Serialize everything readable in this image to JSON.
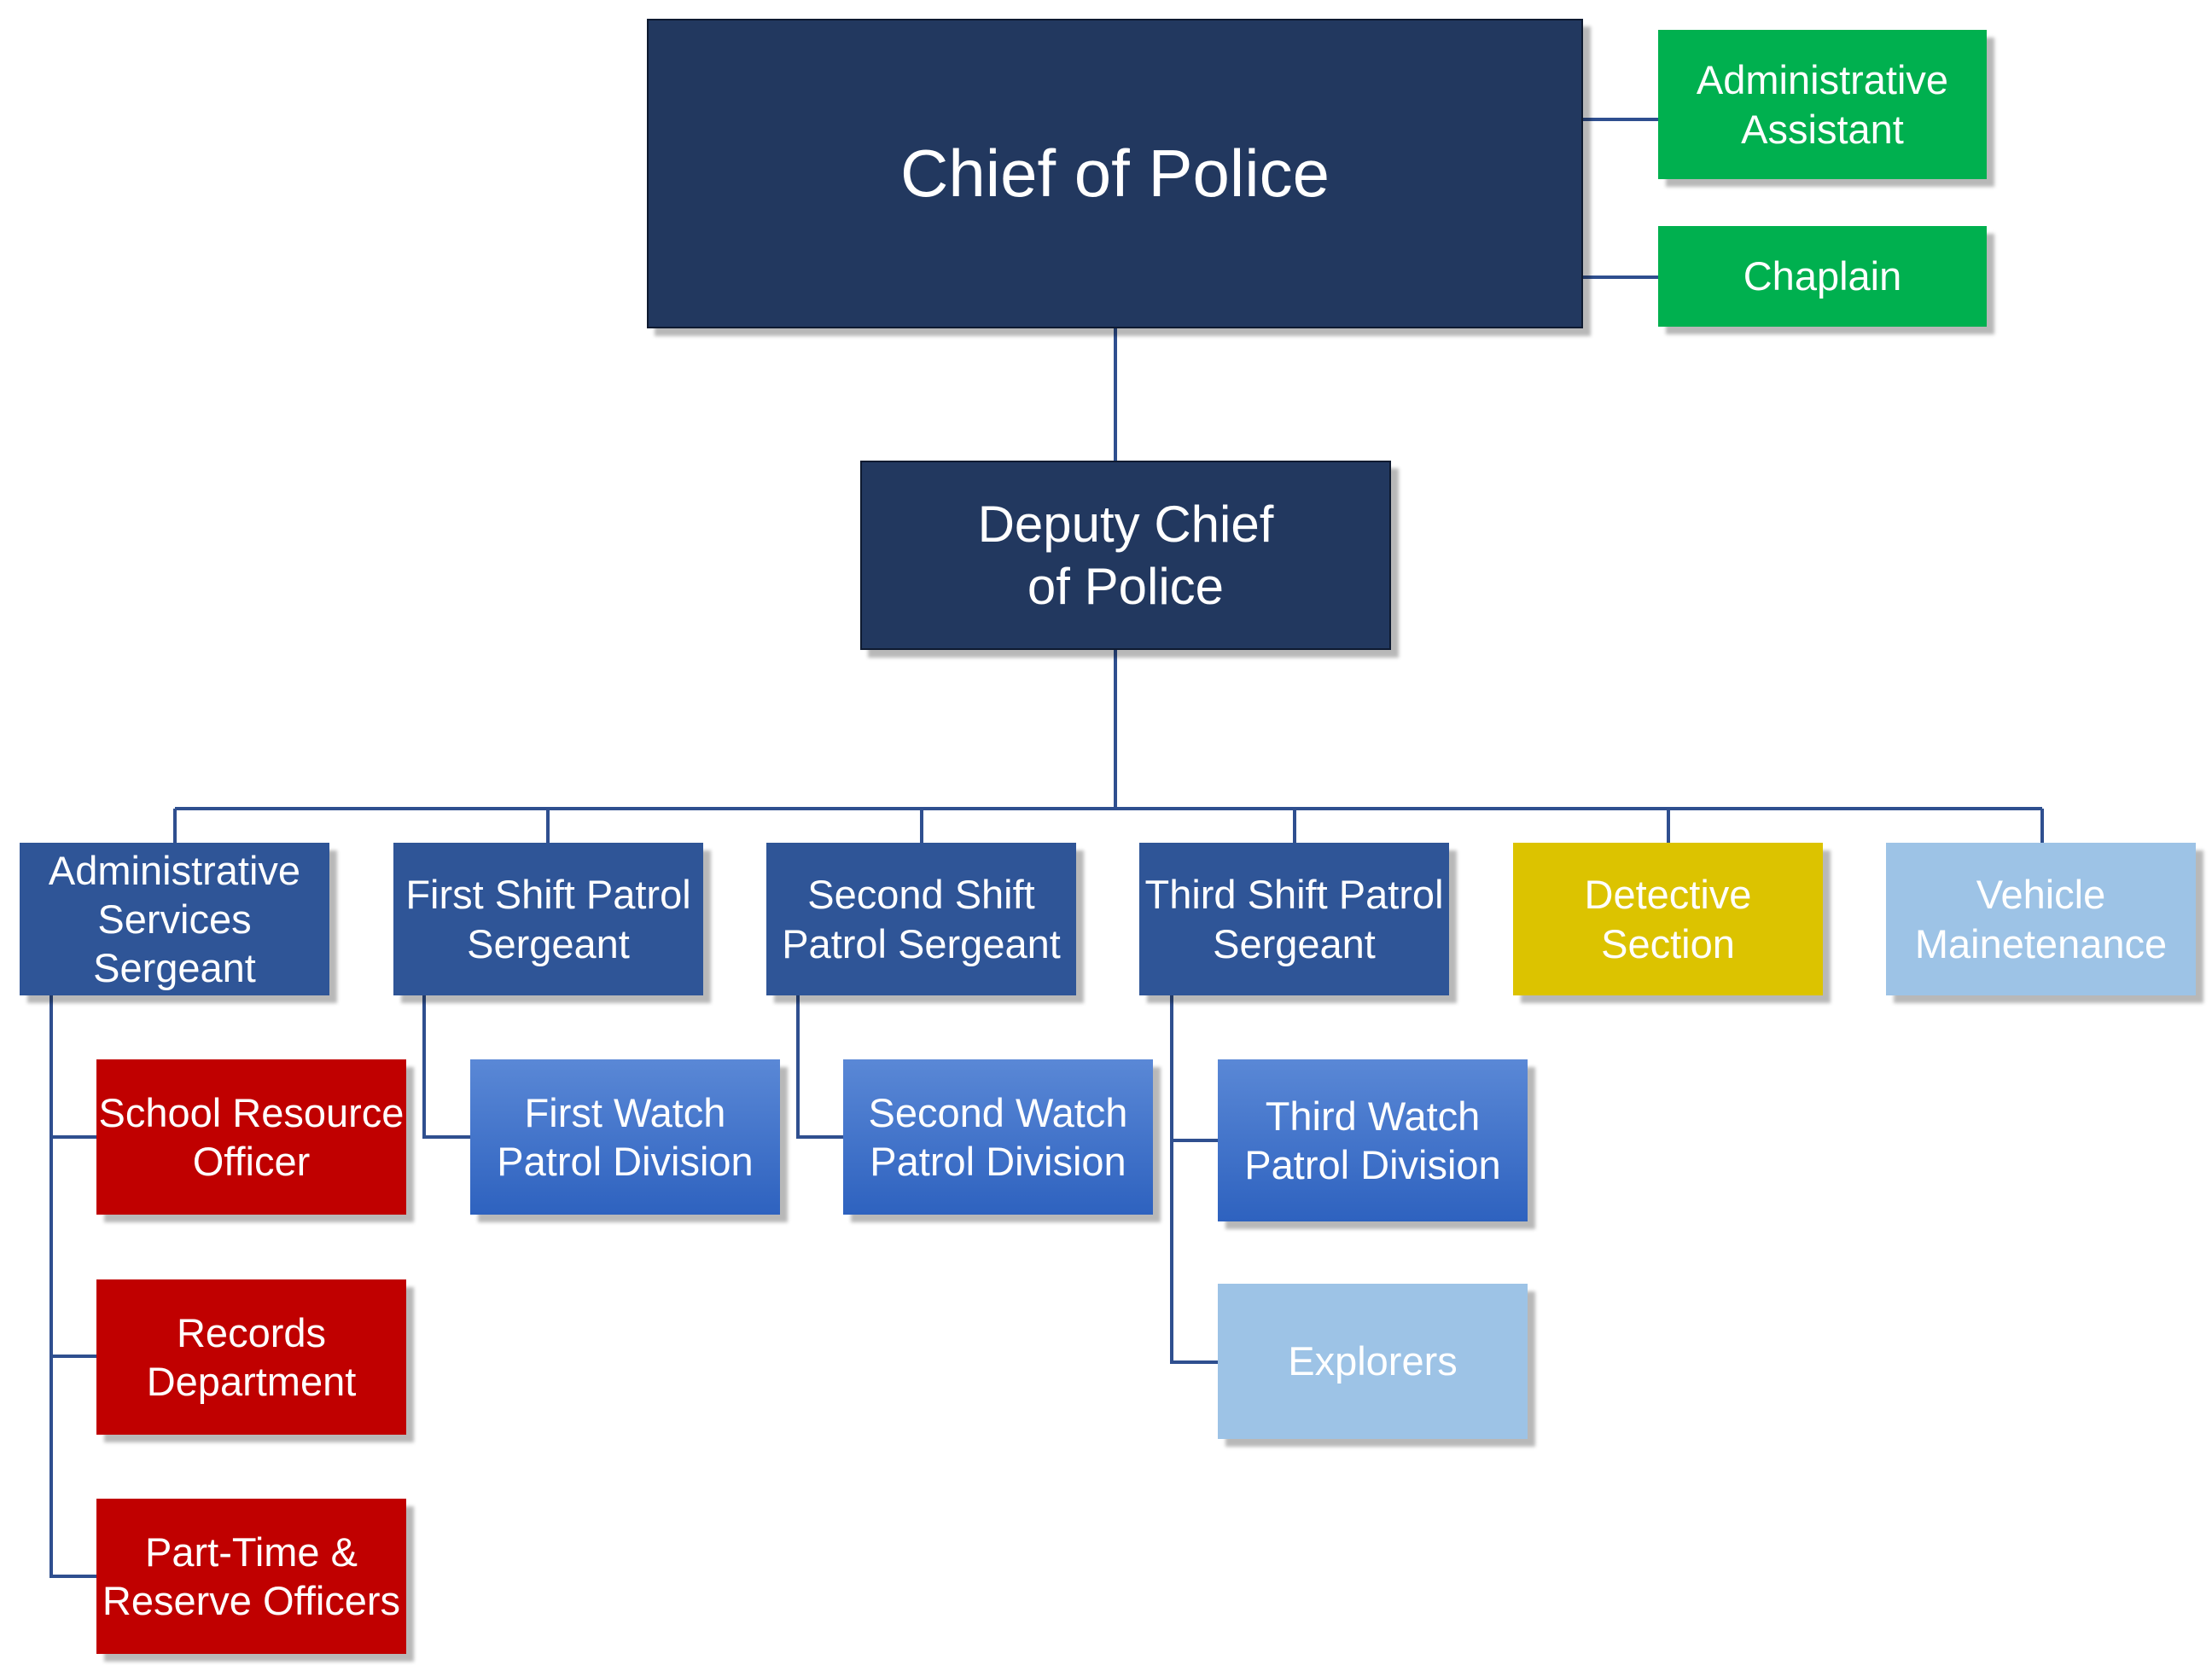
{
  "colors": {
    "navy": "#22385f",
    "green": "#00b04f",
    "blue": "#2f5597",
    "medium_blue": "#3f73cc",
    "light_blue": "#9dc3e6",
    "yellow": "#dcc300",
    "red": "#c00000",
    "connector": "#2f4f8f"
  },
  "chief": "Chief of Police",
  "staff": {
    "admin_assistant": "Administrative\nAssistant",
    "chaplain": "Chaplain"
  },
  "deputy": "Deputy Chief\nof Police",
  "divisions": {
    "admin_services": "Administrative\nServices\nSergeant",
    "first_shift": "First Shift Patrol\nSergeant",
    "second_shift": "Second Shift\nPatrol Sergeant",
    "third_shift": "Third Shift Patrol\nSergeant",
    "detective": "Detective\nSection",
    "vehicle": "Vehicle\nMainetenance"
  },
  "units": {
    "school_resource": "School Resource\nOfficer",
    "records": "Records\nDepartment",
    "part_time": "Part-Time &\nReserve Officers",
    "first_watch": "First Watch\nPatrol Division",
    "second_watch": "Second Watch\nPatrol Division",
    "third_watch": "Third Watch\nPatrol Division",
    "explorers": "Explorers"
  }
}
